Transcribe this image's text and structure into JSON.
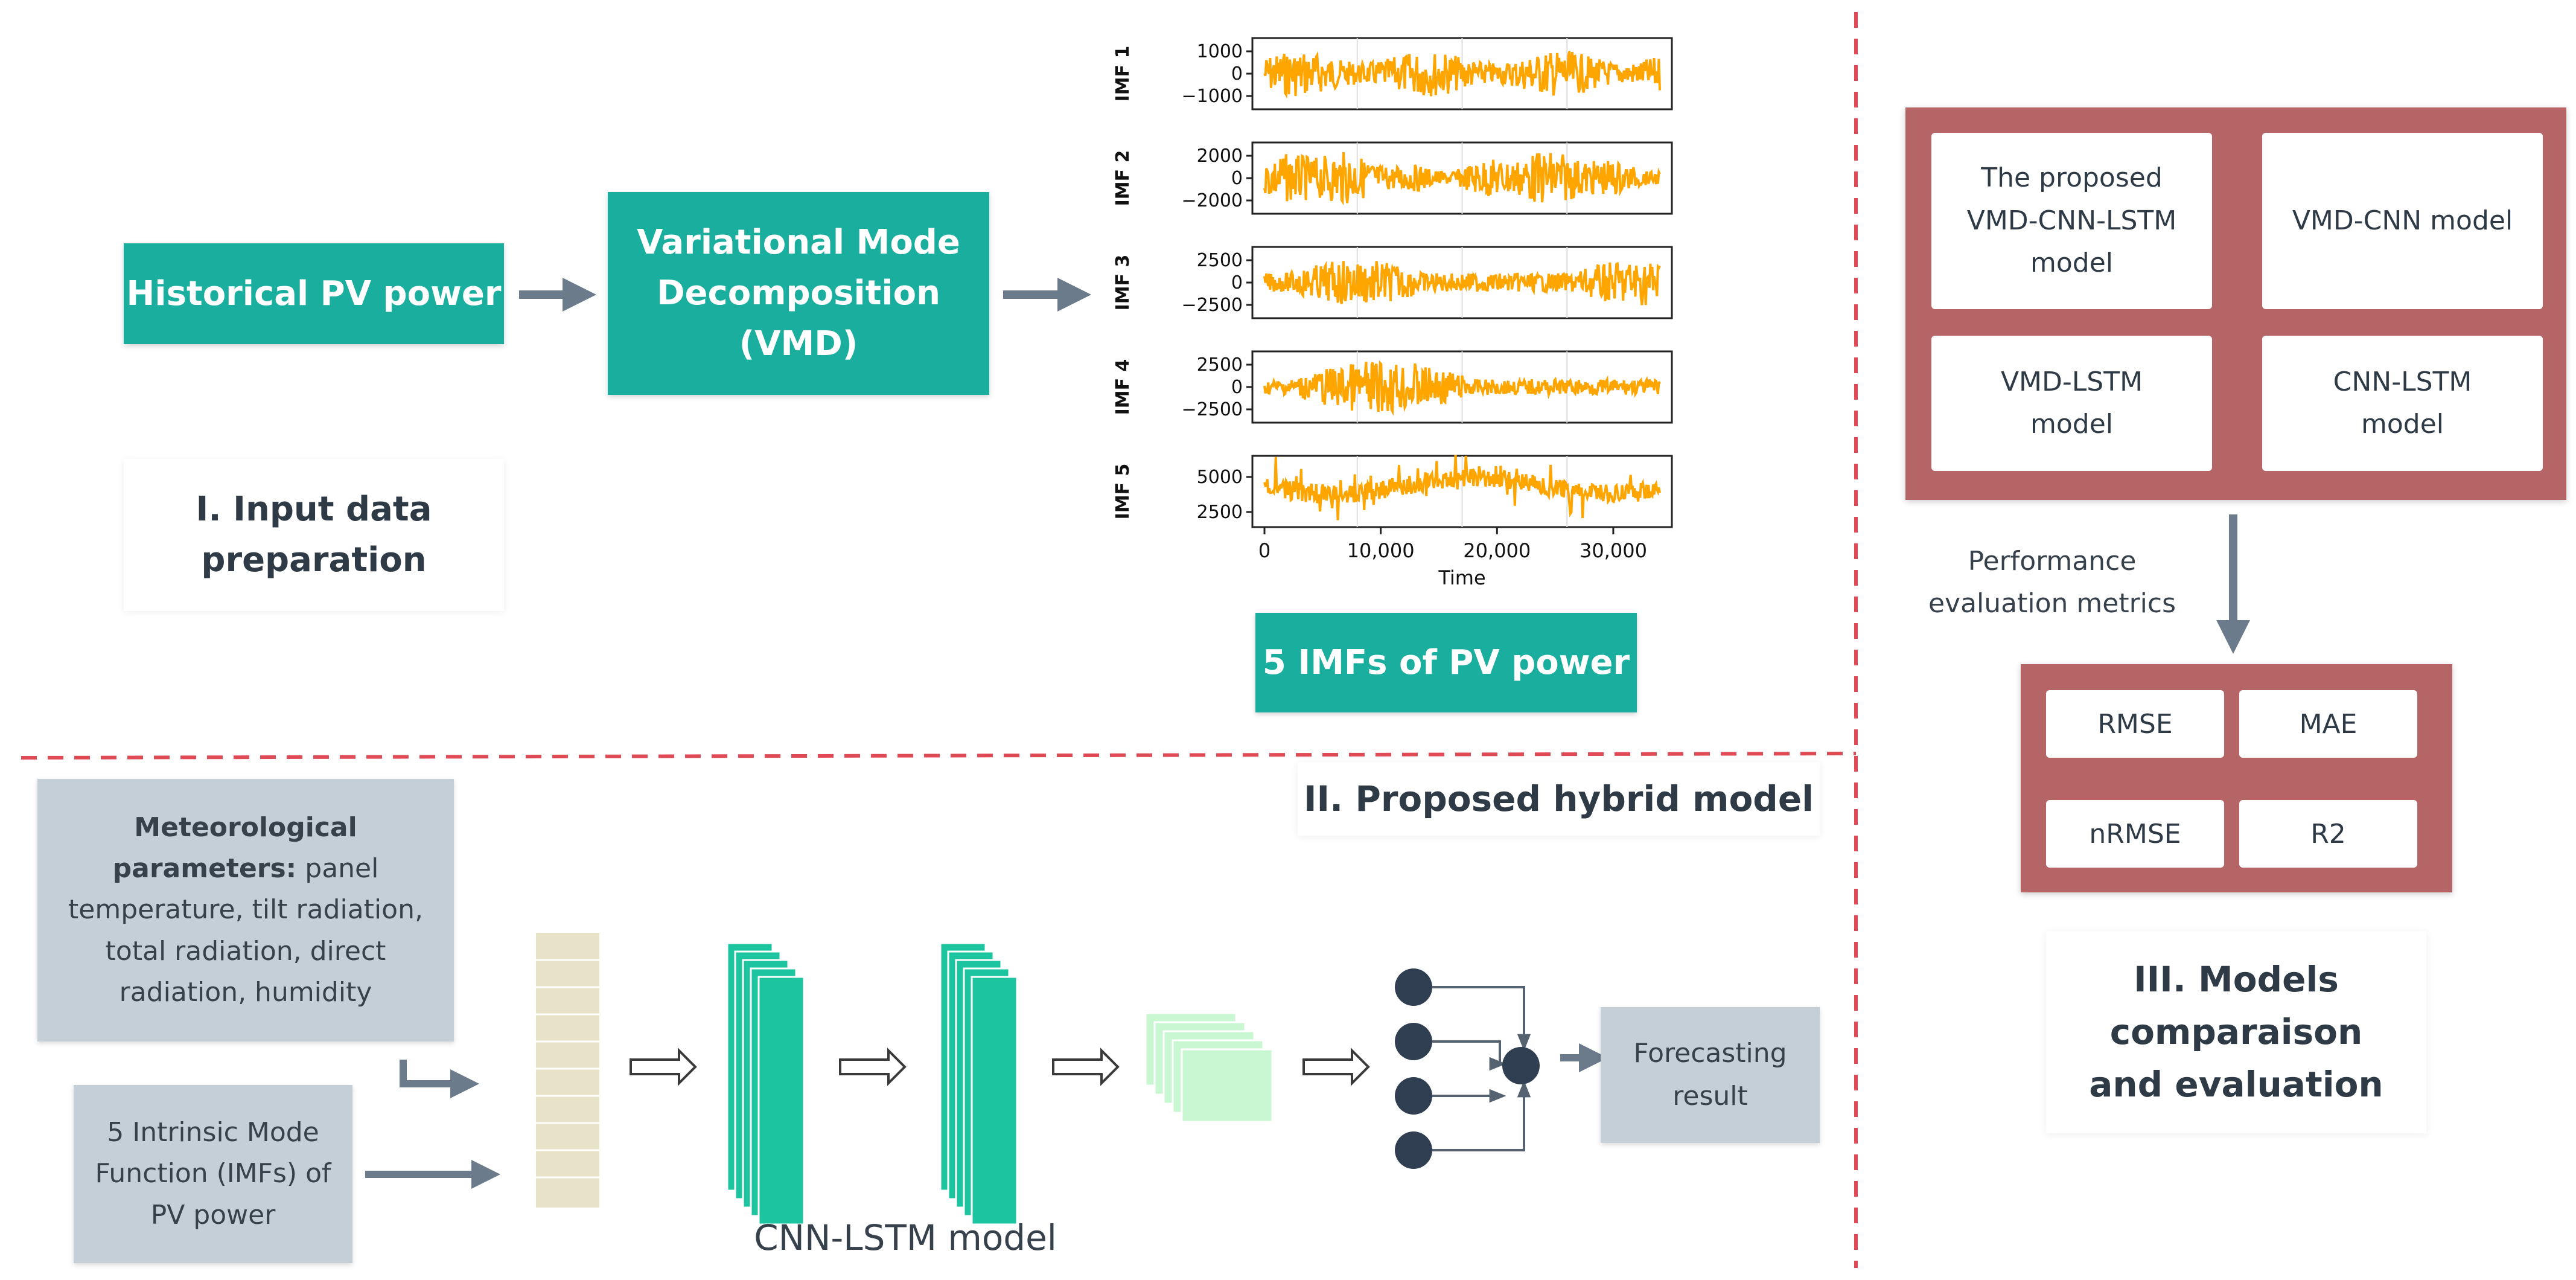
{
  "colors": {
    "teal": "#1aae9e",
    "arrow": "#6b7b8c",
    "red_panel": "#b56565",
    "dashed_line": "#e04a55",
    "signal": "#ffa500",
    "grey_box": "#c5cfd8",
    "neuron": "#2f3e50",
    "input_column": "#e8e2c8",
    "conv_filter": "#1cc5a0",
    "feature_map": "#c9f7d1"
  },
  "section1": {
    "historical_pv": "Historical PV power",
    "vmd_box": "Variational Mode Decomposition (VMD)",
    "label": "I. Input data preparation",
    "imf_caption": "5 IMFs of PV power",
    "imf_plot": {
      "xlabel": "Time",
      "xticks": [
        "0",
        "10,000",
        "20,000",
        "30,000"
      ],
      "panels": [
        {
          "label": "IMF 1",
          "yticks": [
            "1000",
            "0",
            "−1000"
          ]
        },
        {
          "label": "IMF 2",
          "yticks": [
            "2000",
            "0",
            "−2000"
          ]
        },
        {
          "label": "IMF 3",
          "yticks": [
            "2500",
            "0",
            "−2500"
          ]
        },
        {
          "label": "IMF 4",
          "yticks": [
            "2500",
            "0",
            "−2500"
          ]
        },
        {
          "label": "IMF 5",
          "yticks": [
            "5000",
            "2500"
          ]
        }
      ]
    }
  },
  "section2": {
    "label": "II. Proposed hybrid model",
    "meteo_bold": "Meteorological parameters:",
    "meteo_rest": " panel temperature, tilt radiation, total radiation, direct radiation, humidity",
    "imf_input": "5 Intrinsic Mode Function (IMFs) of PV power",
    "cnn_lstm_label": "CNN-LSTM model",
    "forecast": "Forecasting result"
  },
  "section3": {
    "models": [
      "The proposed VMD-CNN-LSTM model",
      "VMD-CNN model",
      "VMD-LSTM model",
      "CNN-LSTM model"
    ],
    "perf_label": "Performance evaluation metrics",
    "metrics": [
      "RMSE",
      "MAE",
      "nRMSE",
      "R2"
    ],
    "label": "III. Models comparaison and evaluation"
  }
}
